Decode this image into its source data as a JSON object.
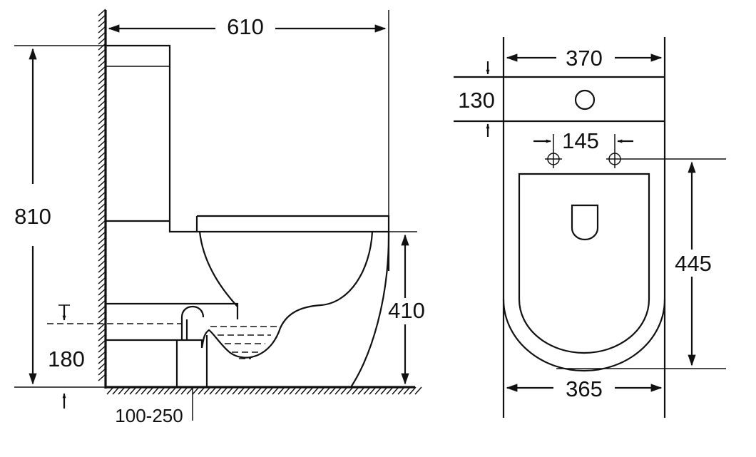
{
  "side_view": {
    "width_label": "610",
    "height_label": "810",
    "bowl_height_label": "410",
    "outlet_height_label": "180",
    "rough_in_label": "100-250"
  },
  "top_view": {
    "width_top_label": "370",
    "tank_depth_label": "130",
    "bolt_spacing_label": "145",
    "length_label": "445",
    "width_bottom_label": "365"
  },
  "colors": {
    "line": "#111111",
    "background": "#ffffff"
  }
}
